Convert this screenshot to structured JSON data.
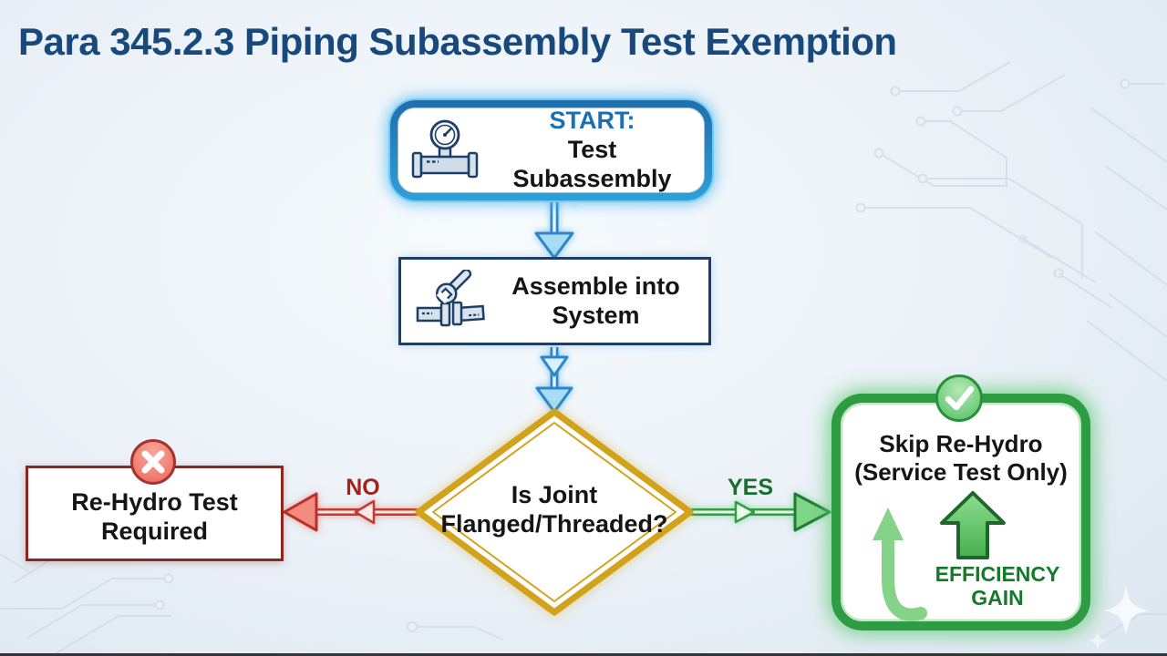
{
  "title": "Para 345.2.3 Piping Subassembly Test Exemption",
  "colors": {
    "title_navy": "#17497c",
    "node_border_navy": "#1d3e66",
    "start_blue": "#1a73b4",
    "arrow_blue": "#3d9bd8",
    "decision_gold": "#d3a21c",
    "no_red": "#b3261e",
    "yes_green": "#1e8a38",
    "efficiency_green": "#157a28",
    "background_tint": "#e9f0f6"
  },
  "flowchart": {
    "start": {
      "icon": "pressure-gauge-icon",
      "label_line1": "START:",
      "label_line2": "Test Subassembly"
    },
    "assemble": {
      "icon": "pipe-wrench-icon",
      "line1": "Assemble into",
      "line2": "System"
    },
    "decision": {
      "line1": "Is Joint",
      "line2": "Flanged/Threaded?"
    },
    "no_branch": {
      "label": "NO",
      "node": {
        "icon": "x-circle-icon",
        "line1": "Re-Hydro Test",
        "line2": "Required"
      }
    },
    "yes_branch": {
      "label": "YES",
      "node": {
        "icon": "check-circle-icon",
        "line1": "Skip Re-Hydro",
        "line2": "(Service Test Only)",
        "benefit_icons": [
          "curved-up-arrow-icon",
          "block-up-arrow-icon"
        ],
        "benefit_line1": "EFFICIENCY",
        "benefit_line2": "GAIN"
      }
    },
    "decor": {
      "background_pattern": "circuit-traces",
      "sparkle": "sparkle-icon"
    }
  }
}
